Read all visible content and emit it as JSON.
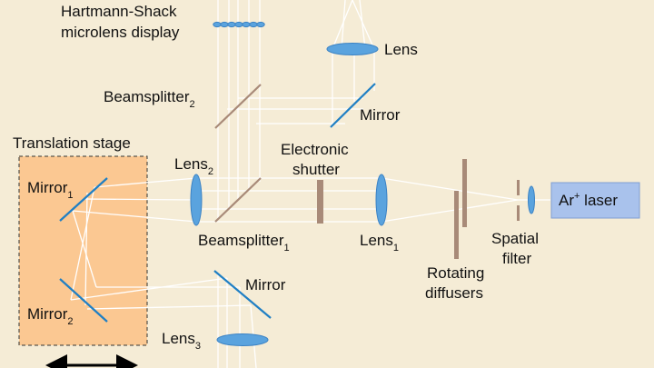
{
  "labels": {
    "hartmann_line1": "Hartmann-Shack",
    "hartmann_line2": "microlens display",
    "lens_top": "Lens",
    "beamsplitter2": "Beamsplitter",
    "beamsplitter2_sub": "2",
    "mirror_top": "Mirror",
    "translation_stage": "Translation stage",
    "electronic_line1": "Electronic",
    "electronic_line2": "shutter",
    "lens2": "Lens",
    "lens2_sub": "2",
    "mirror1": "Mirror",
    "mirror1_sub": "1",
    "ar_laser_main": "Ar",
    "ar_laser_sup": "+",
    "ar_laser_rest": " laser",
    "beamsplitter1": "Beamsplitter",
    "beamsplitter1_sub": "1",
    "lens1": "Lens",
    "lens1_sub": "1",
    "spatial_line1": "Spatial",
    "spatial_line2": "filter",
    "rotating_line1": "Rotating",
    "rotating_line2": "diffusers",
    "mirror_bottom": "Mirror",
    "mirror2": "Mirror",
    "mirror2_sub": "2",
    "lens3": "Lens",
    "lens3_sub": "3"
  },
  "colors": {
    "background": "#f5ecd6",
    "beam": "#ffffff",
    "mirror": "#1f7fc4",
    "lens": "#5aa3de",
    "splitter": "#a88a78",
    "stage_fill": "#fbc892",
    "laser_box": "#a9c2ec"
  },
  "icons": {
    "translation_arrow": "double-headed-arrow-icon"
  }
}
